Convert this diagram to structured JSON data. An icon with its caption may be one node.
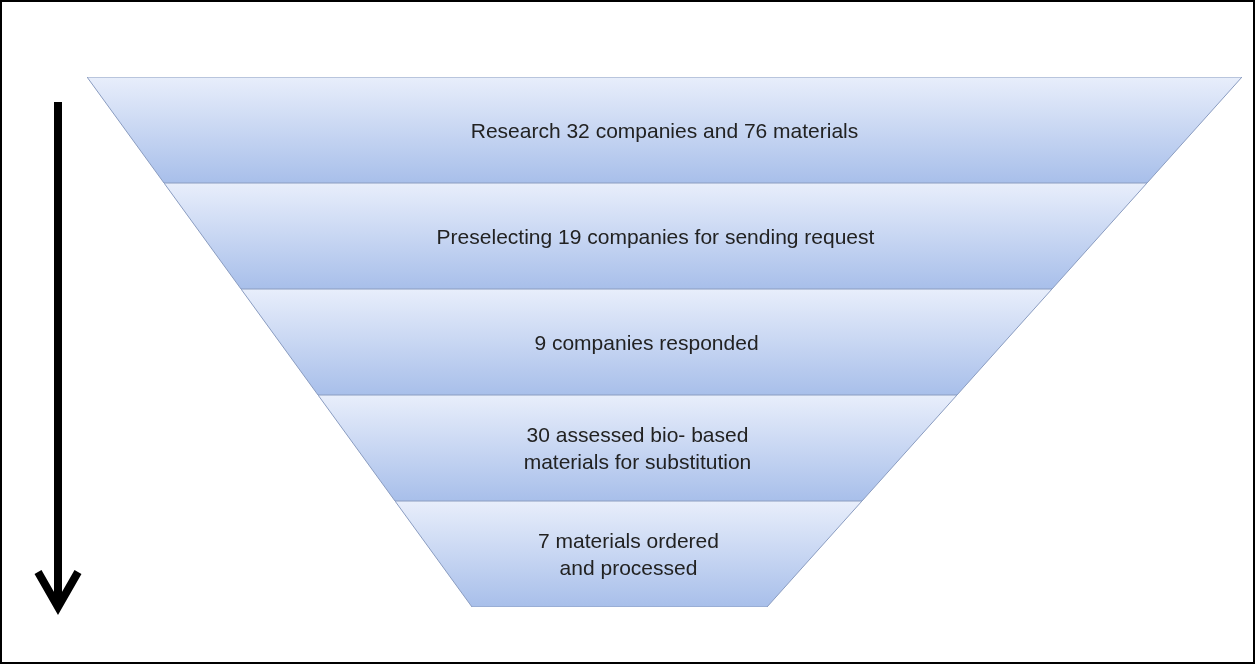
{
  "diagram": {
    "nodes": [
      {
        "text": [
          "Research 32 companies and 76 materials"
        ]
      },
      {
        "text": [
          "Preselecting 19 companies for sending request"
        ]
      },
      {
        "text": [
          "9 companies responded"
        ]
      },
      {
        "text": [
          "30 assessed bio- based materials for substitution"
        ]
      },
      {
        "text": [
          "7 materials ordered and processed"
        ]
      }
    ]
  }
}
